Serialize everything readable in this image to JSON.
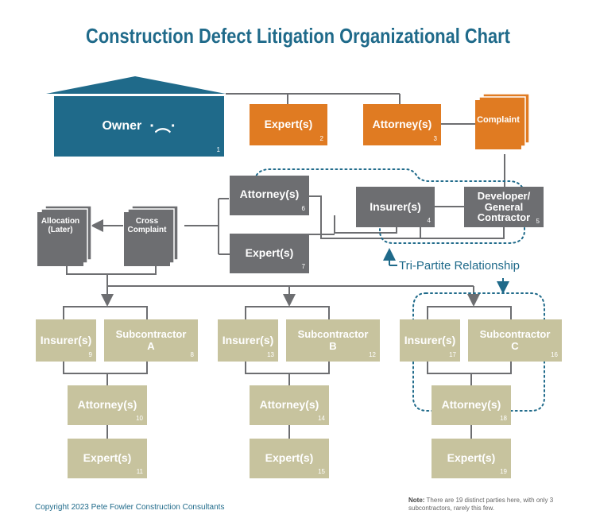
{
  "title": "Construction Defect Litigation Organizational Chart",
  "colors": {
    "title": "#1f6a8a",
    "owner": "#1f6a8a",
    "orange": "#e07b22",
    "gray": "#6d6e71",
    "tan": "#c7c39e",
    "dotted": "#1f6a8a"
  },
  "owner": {
    "label": "Owner",
    "num": "1",
    "icon": "sad-face-icon",
    "face": "·︵·"
  },
  "top": {
    "experts": {
      "label": "Expert(s)",
      "num": "2"
    },
    "attorneys": {
      "label": "Attorney(s)",
      "num": "3"
    },
    "complaint": {
      "label": "Complaint"
    }
  },
  "middle": {
    "insurer": {
      "label": "Insurer(s)",
      "num": "4"
    },
    "developer": {
      "label": "Developer/ General Contractor",
      "num": "5"
    },
    "attorneys": {
      "label": "Attorney(s)",
      "num": "6"
    },
    "experts": {
      "label": "Expert(s)",
      "num": "7"
    },
    "cross_complaint": {
      "label": "Cross Complaint"
    },
    "allocation": {
      "label": "Allocation (Later)"
    }
  },
  "tri_partite": {
    "label": "Tri-Partite Relationship"
  },
  "subs": [
    {
      "insurer": "Insurer(s)",
      "insurer_num": "9",
      "sub": "Subcontractor A",
      "sub_num": "8",
      "attorneys": "Attorney(s)",
      "attorneys_num": "10",
      "experts": "Expert(s)",
      "experts_num": "11"
    },
    {
      "insurer": "Insurer(s)",
      "insurer_num": "13",
      "sub": "Subcontractor B",
      "sub_num": "12",
      "attorneys": "Attorney(s)",
      "attorneys_num": "14",
      "experts": "Expert(s)",
      "experts_num": "15"
    },
    {
      "insurer": "Insurer(s)",
      "insurer_num": "17",
      "sub": "Subcontractor C",
      "sub_num": "16",
      "attorneys": "Attorney(s)",
      "attorneys_num": "18",
      "experts": "Expert(s)",
      "experts_num": "19"
    }
  ],
  "footer": {
    "copyright": "Copyright 2023 Pete Fowler Construction Consultants",
    "note_label": "Note:",
    "note_text": "There are 19 distinct parties here, with only 3 subcontractors, rarely this few."
  }
}
